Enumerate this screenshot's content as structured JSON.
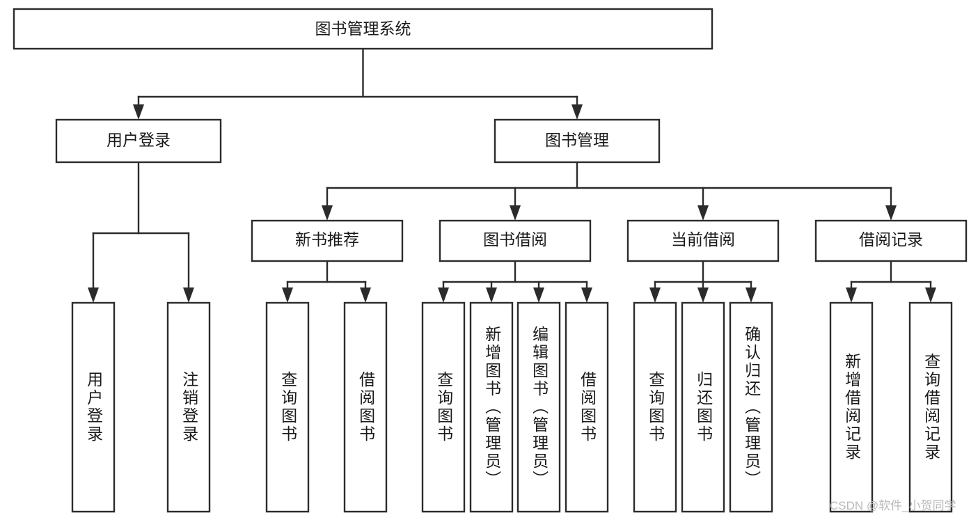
{
  "diagram": {
    "type": "tree",
    "title": "图书管理系统",
    "watermark": "CSDN @软件_小贺同学",
    "colors": {
      "stroke": "#2b2b2b",
      "box_fill": "#ffffff",
      "text": "#1a1a1a",
      "background": "#ffffff",
      "watermark": "#b9b9b9"
    },
    "root": {
      "label": "图书管理系统"
    },
    "level2": [
      {
        "label": "用户登录"
      },
      {
        "label": "图书管理"
      }
    ],
    "level3": [
      {
        "label": "新书推荐"
      },
      {
        "label": "图书借阅"
      },
      {
        "label": "当前借阅"
      },
      {
        "label": "借阅记录"
      }
    ],
    "leaves": {
      "user_login": [
        {
          "label": "用户登录"
        },
        {
          "label": "注销登录"
        }
      ],
      "new_book_recommend": [
        {
          "label": "查询图书"
        },
        {
          "label": "借阅图书"
        }
      ],
      "book_borrow": [
        {
          "label": "查询图书"
        },
        {
          "label": "新增图书（管理员）"
        },
        {
          "label": "编辑图书（管理员）"
        },
        {
          "label": "借阅图书"
        }
      ],
      "current_borrow": [
        {
          "label": "查询图书"
        },
        {
          "label": "归还图书"
        },
        {
          "label": "确认归还（管理员）"
        }
      ],
      "borrow_record": [
        {
          "label": "新增借阅记录"
        },
        {
          "label": "查询借阅记录"
        }
      ]
    }
  }
}
